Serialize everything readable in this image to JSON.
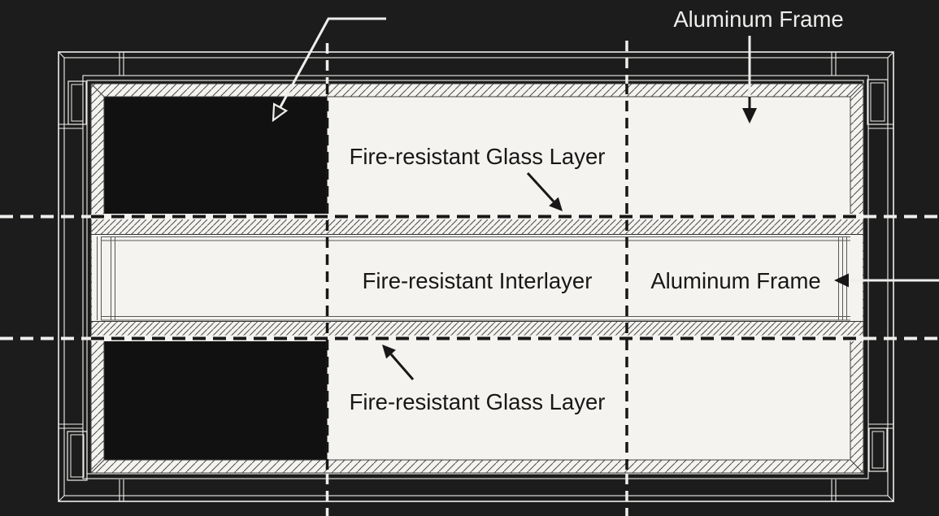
{
  "labels": {
    "aluminum_frame_top": "Aluminum Frame",
    "fire_glass_top": "Fire-resistant Glass Layer",
    "fire_interlayer": "Fire-resistant Interlayer",
    "aluminum_frame_mid": "Aluminum Frame",
    "fire_glass_bottom": "Fire-resistant Glass Layer"
  },
  "colors": {
    "background": "#1c1c1c",
    "glass_dark_pane": "#111111",
    "paper_white": "#f4f3f0",
    "line_white": "#efeeec",
    "ink_black": "#171717"
  }
}
